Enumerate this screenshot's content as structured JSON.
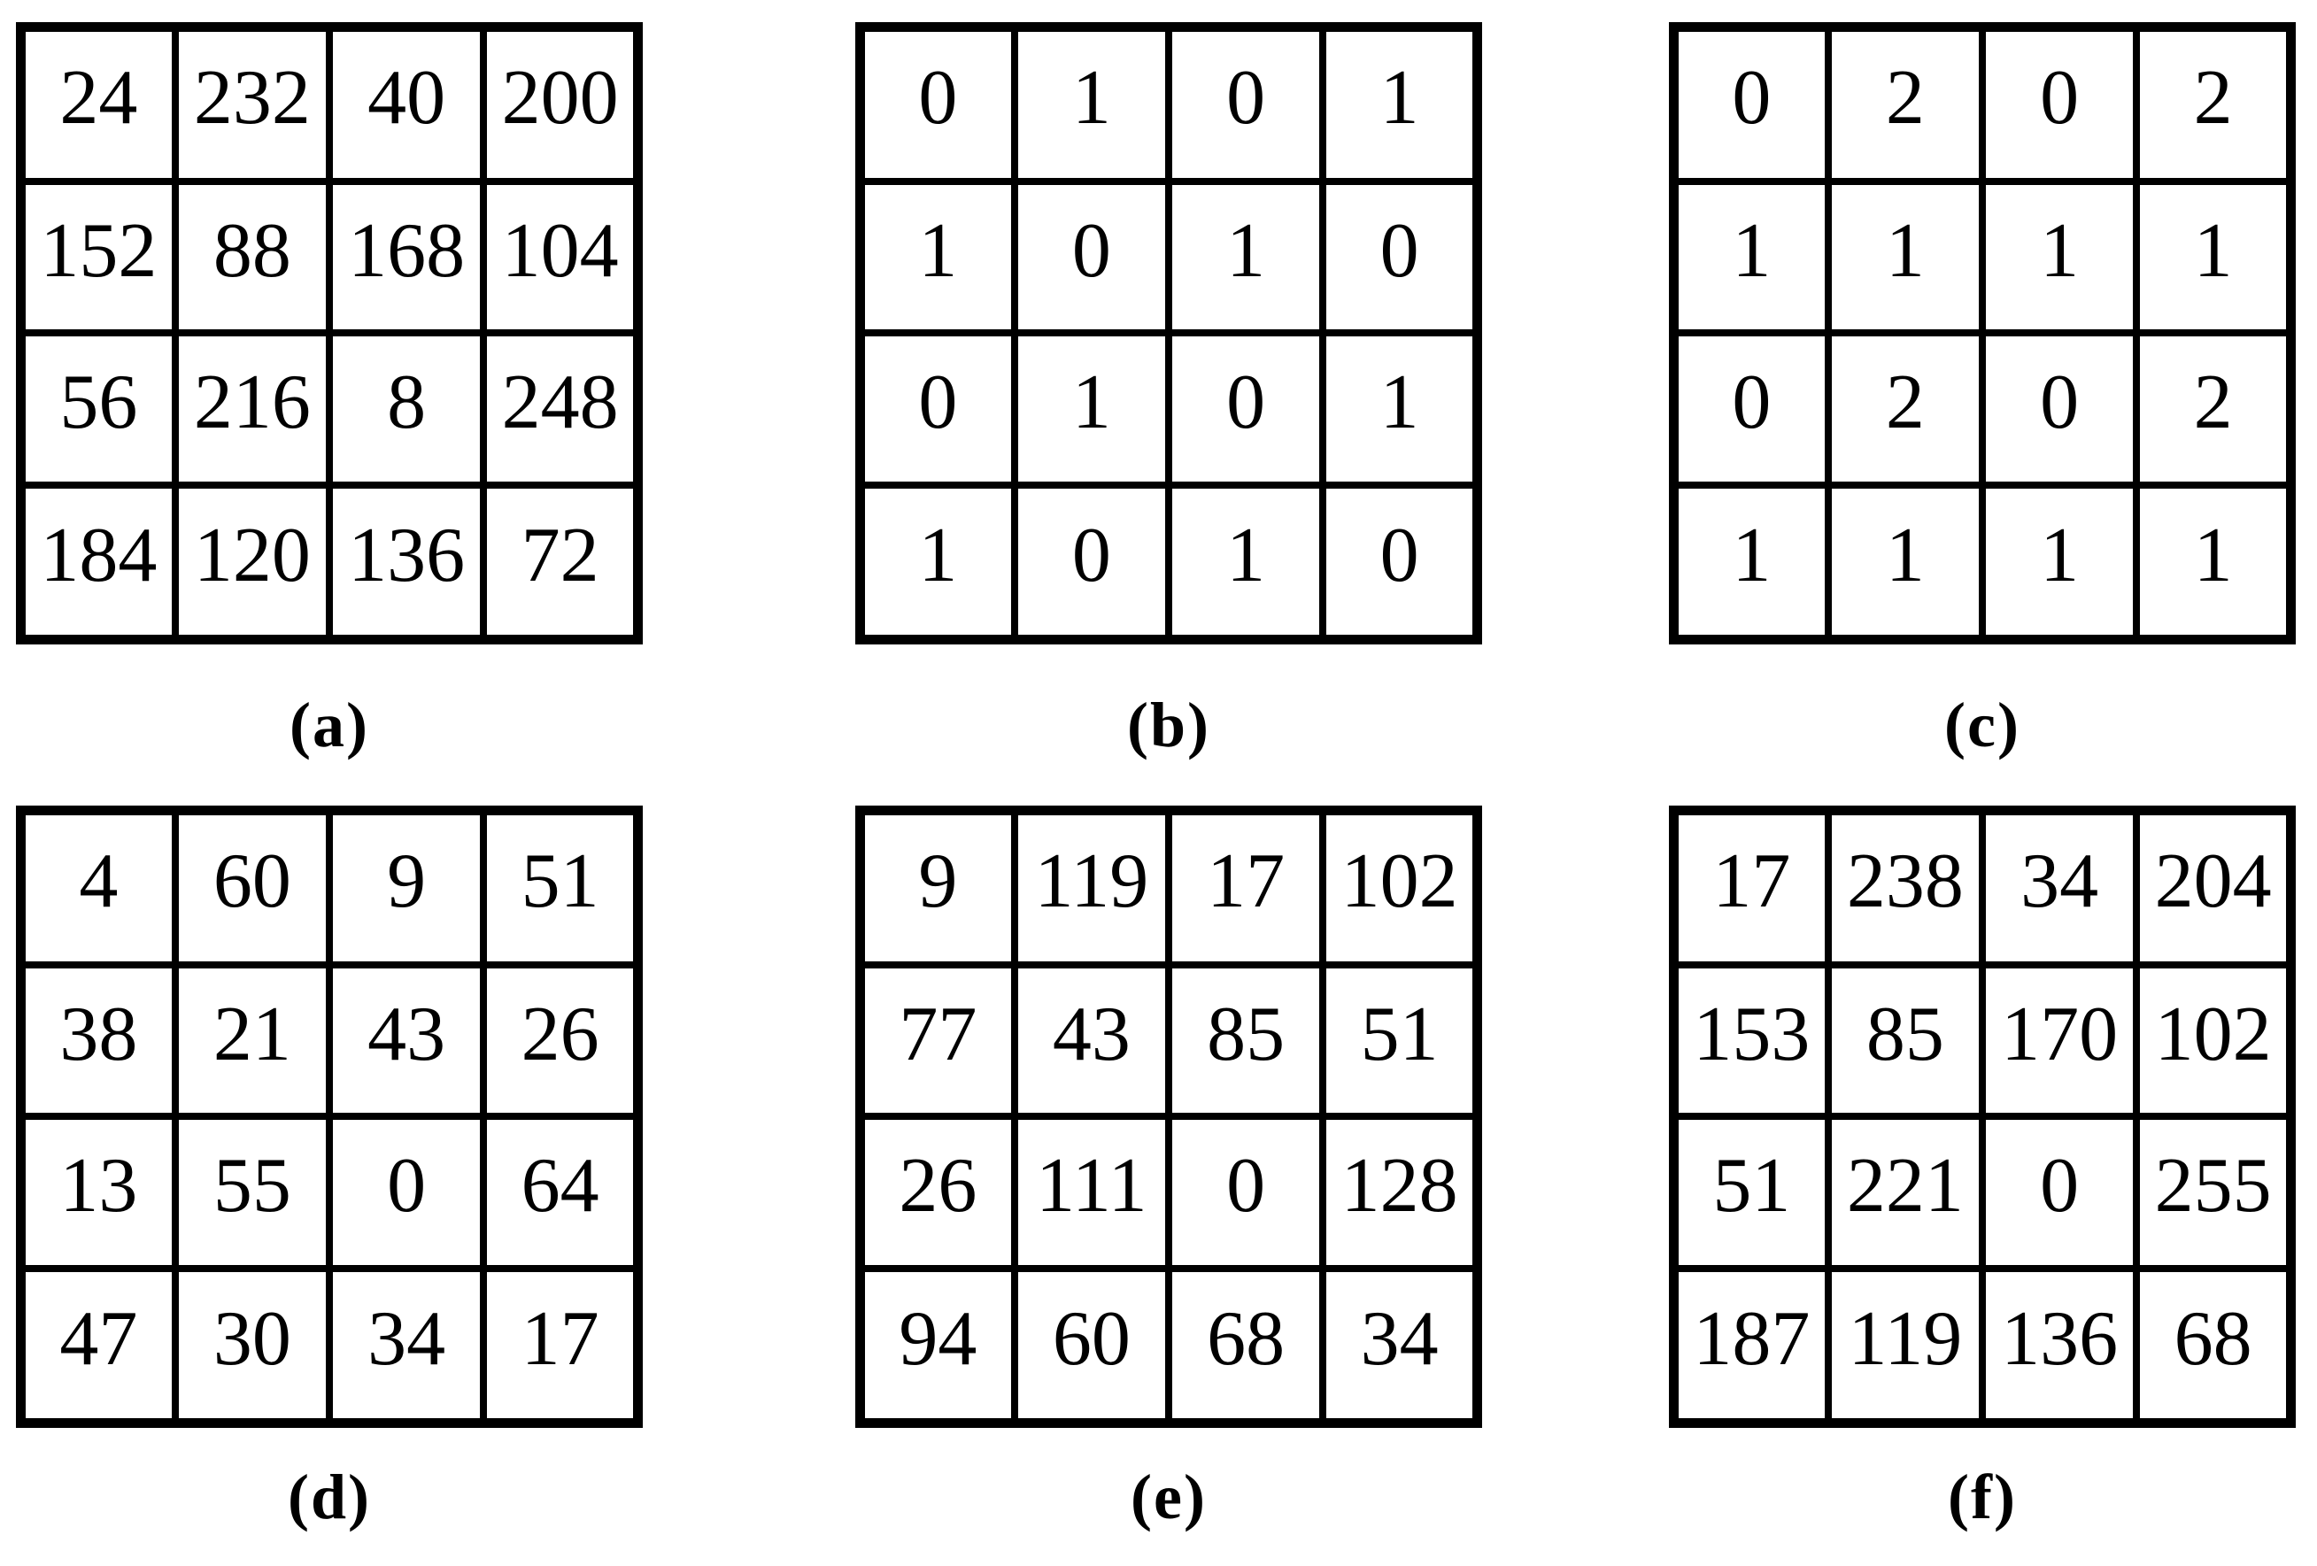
{
  "figure": {
    "colors": {
      "foreground": "#000000",
      "background": "#ffffff"
    },
    "grids": [
      {
        "id": "a",
        "label": "(a)",
        "rows": [
          [
            24,
            232,
            40,
            200
          ],
          [
            152,
            88,
            168,
            104
          ],
          [
            56,
            216,
            8,
            248
          ],
          [
            184,
            120,
            136,
            72
          ]
        ]
      },
      {
        "id": "b",
        "label": "(b)",
        "rows": [
          [
            0,
            1,
            0,
            1
          ],
          [
            1,
            0,
            1,
            0
          ],
          [
            0,
            1,
            0,
            1
          ],
          [
            1,
            0,
            1,
            0
          ]
        ]
      },
      {
        "id": "c",
        "label": "(c)",
        "rows": [
          [
            0,
            2,
            0,
            2
          ],
          [
            1,
            1,
            1,
            1
          ],
          [
            0,
            2,
            0,
            2
          ],
          [
            1,
            1,
            1,
            1
          ]
        ]
      },
      {
        "id": "d",
        "label": "(d)",
        "rows": [
          [
            4,
            60,
            9,
            51
          ],
          [
            38,
            21,
            43,
            26
          ],
          [
            13,
            55,
            0,
            64
          ],
          [
            47,
            30,
            34,
            17
          ]
        ]
      },
      {
        "id": "e",
        "label": "(e)",
        "rows": [
          [
            9,
            119,
            17,
            102
          ],
          [
            77,
            43,
            85,
            51
          ],
          [
            26,
            111,
            0,
            128
          ],
          [
            94,
            60,
            68,
            34
          ]
        ]
      },
      {
        "id": "f",
        "label": "(f)",
        "rows": [
          [
            17,
            238,
            34,
            204
          ],
          [
            153,
            85,
            170,
            102
          ],
          [
            51,
            221,
            0,
            255
          ],
          [
            187,
            119,
            136,
            68
          ]
        ]
      }
    ]
  }
}
